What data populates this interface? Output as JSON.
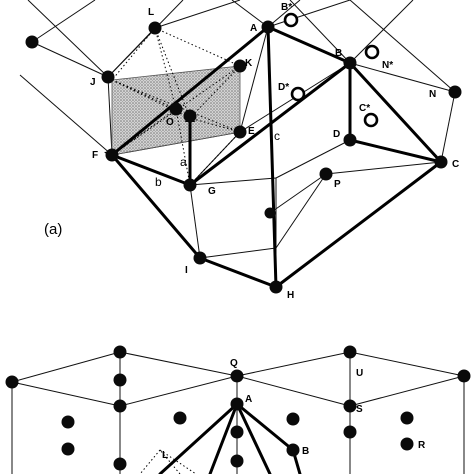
{
  "panel_a": {
    "label": "(a)",
    "points": {
      "A": "A",
      "B": "B",
      "C": "C",
      "D": "D",
      "E": "E",
      "F": "F",
      "G": "G",
      "H": "H",
      "I": "I",
      "J": "J",
      "K": "K",
      "L": "L",
      "N": "N",
      "O": "O",
      "P": "P"
    },
    "starred": {
      "B": "B*",
      "C": "C*",
      "D": "D*",
      "N": "N*"
    },
    "vectors": {
      "a": "a",
      "b": "b",
      "c": "c"
    }
  },
  "panel_b": {
    "points": {
      "A": "A",
      "B": "B",
      "L": "L",
      "Q": "Q",
      "R": "R",
      "S": "S",
      "U": "U"
    }
  }
}
